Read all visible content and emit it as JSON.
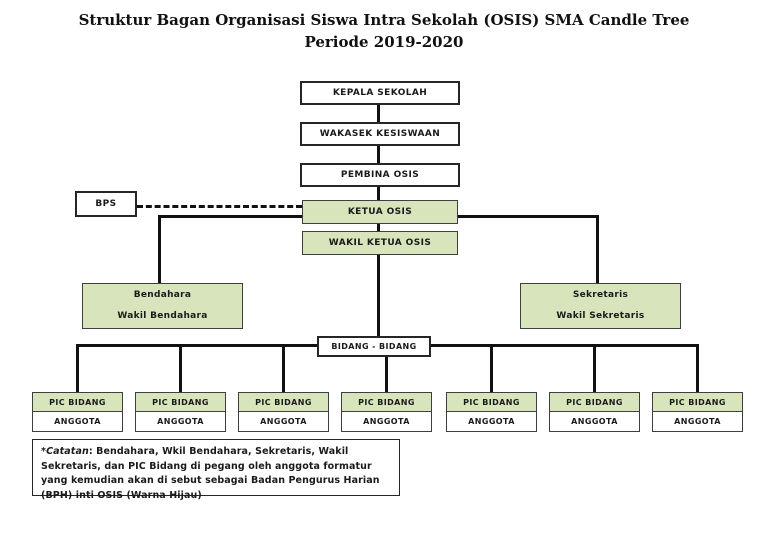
{
  "title": {
    "line1": "Struktur Bagan Organisasi Siswa Intra Sekolah (OSIS) SMA Candle Tree",
    "line2": "Periode 2019-2020"
  },
  "colors": {
    "bph_green": "#d7e4bc",
    "line_black": "#111111",
    "box_border": "#262626"
  },
  "hierarchy": {
    "kepala_sekolah": "KEPALA SEKOLAH",
    "wakasek_kesiswaan": "WAKASEK KESISWAAN",
    "pembina_osis": "PEMBINA OSIS",
    "ketua_osis": "KETUA OSIS",
    "wakil_ketua_osis": "WAKIL KETUA OSIS",
    "bps": "BPS",
    "bendahara": {
      "line1": "Bendahara",
      "line2": "Wakil Bendahara"
    },
    "sekretaris": {
      "line1": "Sekretaris",
      "line2": "Wakil Sekretaris"
    },
    "bidang_bidang": "BIDANG - BIDANG"
  },
  "pic_boxes": [
    {
      "top": "PIC BIDANG",
      "bottom": "ANGGOTA"
    },
    {
      "top": "PIC BIDANG",
      "bottom": "ANGGOTA"
    },
    {
      "top": "PIC BIDANG",
      "bottom": "ANGGOTA"
    },
    {
      "top": "PIC BIDANG",
      "bottom": "ANGGOTA"
    },
    {
      "top": "PIC BIDANG",
      "bottom": "ANGGOTA"
    },
    {
      "top": "PIC BIDANG",
      "bottom": "ANGGOTA"
    },
    {
      "top": "PIC BIDANG",
      "bottom": "ANGGOTA"
    }
  ],
  "note": {
    "prefix": "*Catatan",
    "rest": ": Bendahara, Wkil Bendahara, Sekretaris, Wakil Sekretaris, dan PIC Bidang di pegang oleh anggota formatur yang kemudian akan di sebut sebagai Badan Pengurus Harian (BPH) inti OSIS (Warna Hijau)"
  }
}
